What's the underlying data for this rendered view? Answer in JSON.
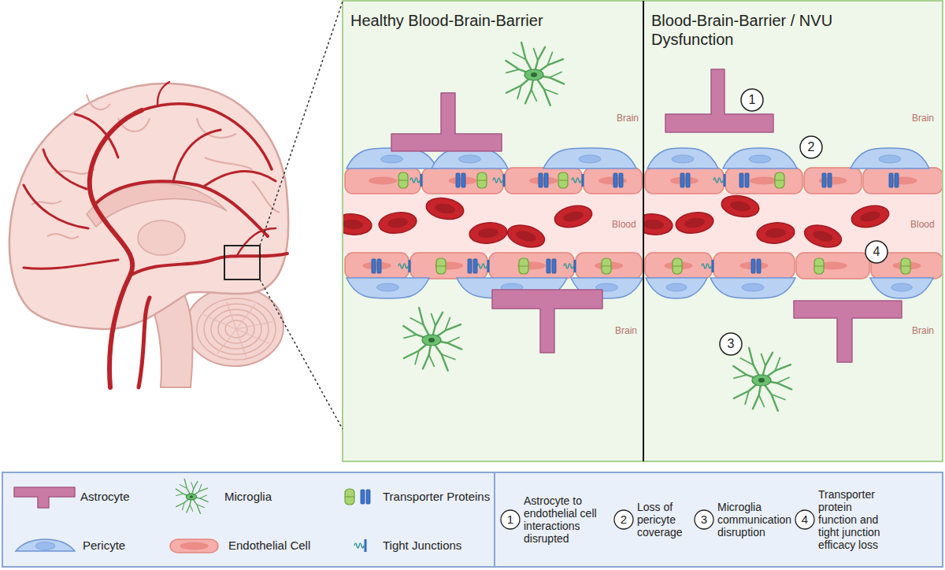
{
  "diagram": {
    "nodes": [
      {
        "text": [
          "Healthy Blood-Brain-Barrier"
        ]
      },
      {
        "text": [
          "Blood-Brain-Barrier / NVU Dysfunction"
        ]
      },
      {
        "text": [
          "1"
        ],
        "in": 1
      },
      {
        "text": [
          "2"
        ],
        "in": 1
      },
      {
        "text": [
          "4"
        ],
        "in": 1
      },
      {
        "text": [
          "3"
        ],
        "in": 1
      },
      {
        "text": [
          "1",
          "Astrocyte to endothelial cell interactions disrupted"
        ]
      },
      {
        "text": [
          "2",
          "Loss of pericyte coverage"
        ]
      },
      {
        "text": [
          "3",
          "Microglia communication disruption"
        ]
      },
      {
        "text": [
          "4",
          "Transporter protein function and tight junction efficacy loss"
        ]
      }
    ],
    "labels": [
      "Brain",
      "Blood",
      "Brain",
      "Brain",
      "Blood",
      "Brain"
    ],
    "legend": [
      {
        "text": "Astrocyte"
      },
      {
        "text": "Microglia"
      },
      {
        "text": "Transporter Proteins"
      },
      {
        "text": "Pericyte"
      },
      {
        "text": "Endothelial Cell"
      },
      {
        "text": "Tight Junctions"
      }
    ]
  }
}
